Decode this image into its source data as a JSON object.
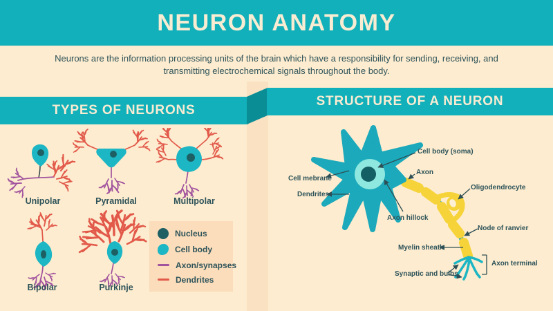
{
  "page": {
    "title": "NEURON ANATOMY",
    "description": "Neurons are the information processing units of the brain which have a responsibility for sending, receiving, and transmitting electrochemical signals throughout the body."
  },
  "types_section": {
    "heading": "TYPES OF NEURONS",
    "labels": {
      "unipolar": "Unipolar",
      "pyramidal": "Pyramidal",
      "multipolar": "Multipolar",
      "bipolar": "Bipolar",
      "purkinje": "Purkinje"
    }
  },
  "legend": {
    "items": [
      {
        "swatch": "nucleus-circle",
        "label": "Nucleus"
      },
      {
        "swatch": "cell-body-blob",
        "label": "Cell body"
      },
      {
        "swatch": "purple-line",
        "label": "Axon/synapses"
      },
      {
        "swatch": "red-line",
        "label": "Dendrites"
      }
    ]
  },
  "structure_section": {
    "heading": "STRUCTURE OF A NEURON",
    "labels": {
      "cell_body": "Cell body (soma)",
      "axon": "Axon",
      "cell_mebrane": "Cell mebrane",
      "dendrites": "Dendrites",
      "axon_hillock": "Axon hillock",
      "oligodendrocyte": "Oligodendrocyte",
      "node_of_ranvier": "Node of ranvier",
      "myelin_sheath": "Myelin sheath",
      "synaptic_and_bulbs": "Synaptic and bulbs",
      "axon_terminal": "Axon terminal"
    }
  },
  "colors": {
    "teal": "#12b0ba",
    "teal_dark_fold": "#0b8d96",
    "cream_background": "#fdeccf",
    "peach_panel": "#fbddbb",
    "stripe": "#f9e1c1",
    "title_cream": "#f8ecd2",
    "text_dark": "#2e535a",
    "cell_body_teal": "#1db6c4",
    "nucleus_dark": "#1d5f63",
    "nucleus_light": "#8fe8df",
    "axon_purple": "#a1539e",
    "dendrite_red": "#e2594a",
    "myelin_yellow": "#f6d338"
  }
}
